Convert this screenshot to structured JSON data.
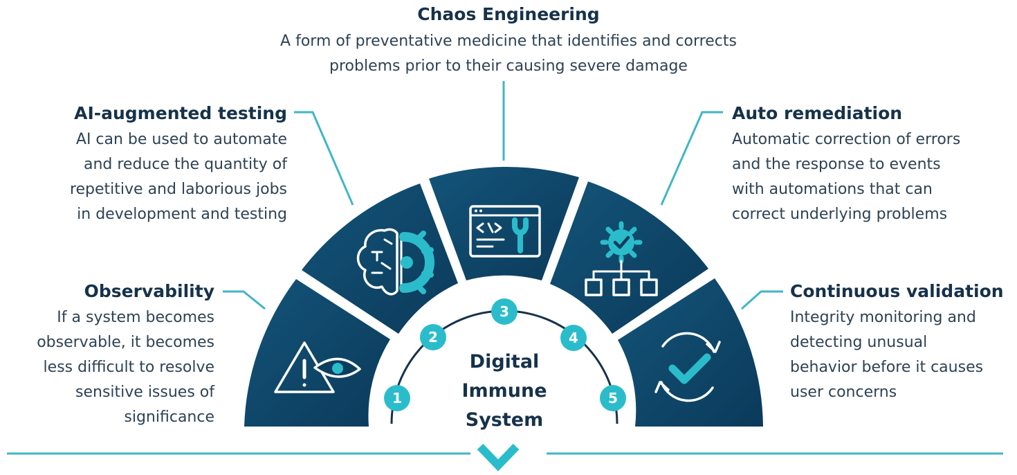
{
  "center": {
    "lines": [
      "Digital",
      "Immune",
      "System"
    ]
  },
  "steps": [
    "1",
    "2",
    "3",
    "4",
    "5"
  ],
  "items": {
    "chaos": {
      "title": "Chaos Engineering",
      "lines": [
        "A form of preventative medicine that identifies and corrects",
        "problems prior to their causing severe damage"
      ]
    },
    "ai_testing": {
      "title": "AI-augmented testing",
      "lines": [
        "AI can be used to automate",
        "and reduce the quantity of",
        "repetitive and laborious jobs",
        "in development and testing"
      ]
    },
    "auto_remediation": {
      "title": "Auto remediation",
      "lines": [
        "Automatic correction of errors",
        "and the response to events",
        "with automations that can",
        "correct underlying problems"
      ]
    },
    "observability": {
      "title": "Observability",
      "lines": [
        "If a system becomes",
        "observable, it becomes",
        "less difficult to resolve",
        "sensitive issues of",
        "significance"
      ]
    },
    "continuous_validation": {
      "title": "Continuous validation",
      "lines": [
        "Integrity monitoring and",
        "detecting unusual",
        "behavior before it causes",
        "user concerns"
      ]
    }
  },
  "colors": {
    "segment_dark": "#0d3d5e",
    "segment_mid": "#135479",
    "accent": "#2bbccb",
    "connector": "#3fb6c6",
    "text_dark": "#16324a"
  },
  "icons": [
    "warning-eye-icon",
    "brain-gear-icon",
    "code-window-wrench-icon",
    "gear-check-hierarchy-icon",
    "refresh-check-icon",
    "chevron-down-icon"
  ]
}
